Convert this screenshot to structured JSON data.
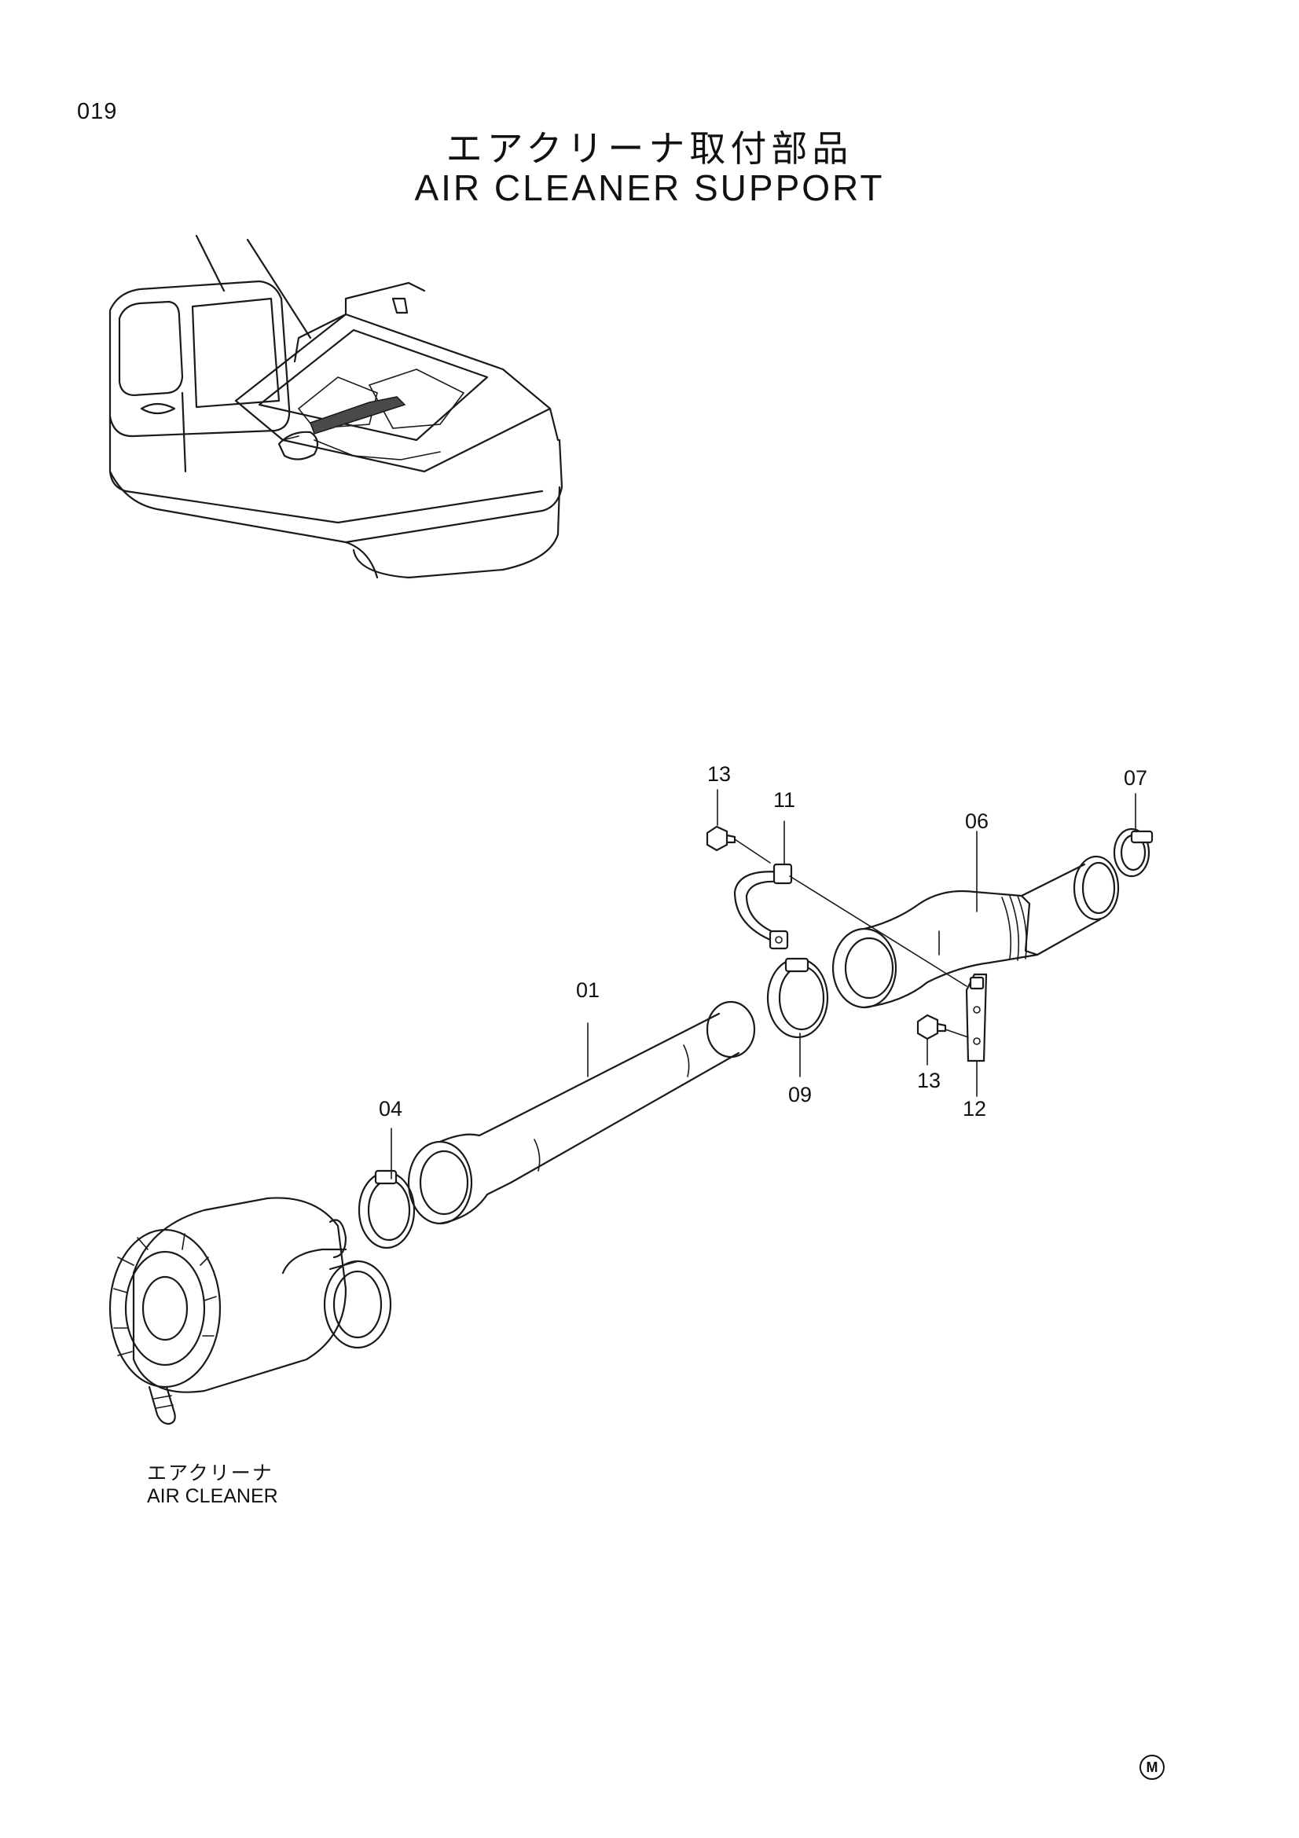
{
  "page": {
    "number": "019",
    "title_jp": "エアクリーナ取付部品",
    "title_en": "AIR CLEANER SUPPORT"
  },
  "callouts": [
    {
      "id": "01",
      "label": "01"
    },
    {
      "id": "04",
      "label": "04"
    },
    {
      "id": "06",
      "label": "06"
    },
    {
      "id": "07",
      "label": "07"
    },
    {
      "id": "09",
      "label": "09"
    },
    {
      "id": "11",
      "label": "11"
    },
    {
      "id": "12",
      "label": "12"
    },
    {
      "id": "13a",
      "label": "13"
    },
    {
      "id": "13b",
      "label": "13"
    }
  ],
  "air_cleaner": {
    "label_jp": "エアクリーナ",
    "label_en": "AIR CLEANER"
  },
  "footer": {
    "mark": "M"
  }
}
